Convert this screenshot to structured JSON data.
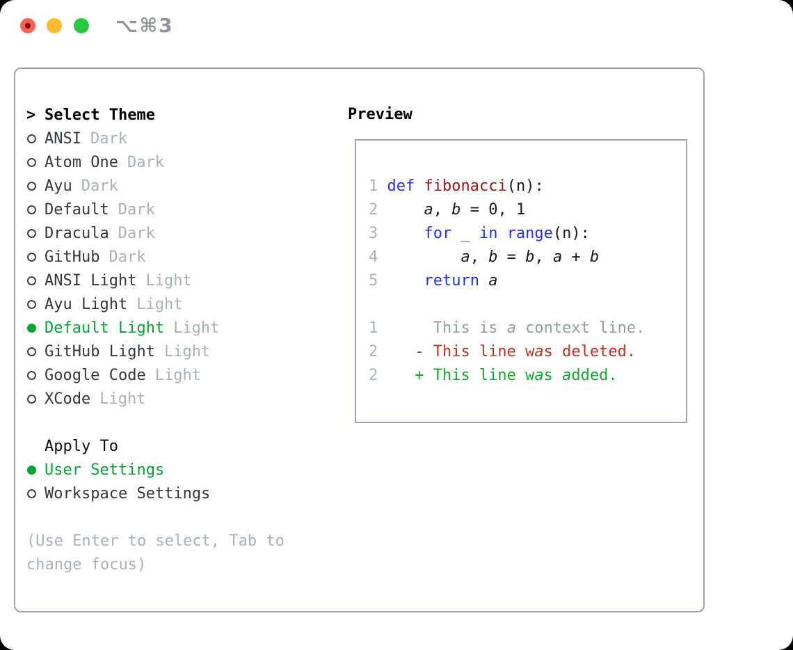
{
  "window": {
    "shortcut_label": "⌥⌘3",
    "traffic_lights": [
      "close",
      "minimize",
      "zoom"
    ]
  },
  "colors": {
    "ui_green": "#00a82d",
    "deleted_red": "#c23118",
    "added_green": "#0cae27",
    "keyword_blue": "#2430e8",
    "function_red": "#a31515",
    "muted": "#a8b0bc",
    "text_dark": "#32373e",
    "line_number": "#a9b4c0",
    "context_gray": "#949ca6",
    "panel_border": "#99a1ad",
    "title_gray": "#8e959e",
    "traffic_red": "#ff5f57",
    "traffic_red_dot": "#7a0c06",
    "traffic_yellow": "#febc2e",
    "traffic_green": "#28c840"
  },
  "theme_picker": {
    "prompt": ">",
    "header": "Select Theme",
    "themes": [
      {
        "name": "ANSI",
        "variant": "Dark",
        "selected": false
      },
      {
        "name": "Atom One",
        "variant": "Dark",
        "selected": false
      },
      {
        "name": "Ayu",
        "variant": "Dark",
        "selected": false
      },
      {
        "name": "Default",
        "variant": "Dark",
        "selected": false
      },
      {
        "name": "Dracula",
        "variant": "Dark",
        "selected": false
      },
      {
        "name": "GitHub",
        "variant": "Dark",
        "selected": false
      },
      {
        "name": "ANSI Light",
        "variant": "Light",
        "selected": false
      },
      {
        "name": "Ayu Light",
        "variant": "Light",
        "selected": false
      },
      {
        "name": "Default Light",
        "variant": "Light",
        "selected": true
      },
      {
        "name": "GitHub Light",
        "variant": "Light",
        "selected": false
      },
      {
        "name": "Google Code",
        "variant": "Light",
        "selected": false
      },
      {
        "name": "XCode",
        "variant": "Light",
        "selected": false
      }
    ]
  },
  "apply_to": {
    "header": "Apply To",
    "options": [
      {
        "name": "User Settings",
        "selected": true
      },
      {
        "name": "Workspace Settings",
        "selected": false
      }
    ]
  },
  "hint": {
    "line1": "(Use Enter to select, Tab to",
    "line2": "change focus)"
  },
  "preview": {
    "header": "Preview",
    "lines": [
      {
        "num": "1",
        "segs": [
          [
            " ",
            "p"
          ],
          [
            "def",
            "k"
          ],
          [
            " ",
            "p"
          ],
          [
            "fibonacci",
            "f"
          ],
          [
            "(n):",
            "p"
          ]
        ]
      },
      {
        "num": "2",
        "segs": [
          [
            "     ",
            "p"
          ],
          [
            "a",
            "v"
          ],
          [
            ", ",
            "p"
          ],
          [
            "b",
            "v"
          ],
          [
            " = 0, 1",
            "p"
          ]
        ]
      },
      {
        "num": "3",
        "segs": [
          [
            "     ",
            "p"
          ],
          [
            "for _ in range",
            "k"
          ],
          [
            "(n):",
            "p"
          ]
        ]
      },
      {
        "num": "4",
        "segs": [
          [
            "         ",
            "p"
          ],
          [
            "a",
            "v"
          ],
          [
            ", ",
            "p"
          ],
          [
            "b",
            "v"
          ],
          [
            " = ",
            "p"
          ],
          [
            "b",
            "v"
          ],
          [
            ", ",
            "p"
          ],
          [
            "a",
            "v"
          ],
          [
            " + ",
            "p"
          ],
          [
            "b",
            "v"
          ]
        ]
      },
      {
        "num": "5",
        "segs": [
          [
            "     ",
            "p"
          ],
          [
            "return",
            "k"
          ],
          [
            " ",
            "p"
          ],
          [
            "a",
            "v"
          ]
        ]
      },
      {
        "num": "",
        "segs": []
      },
      {
        "num": "1",
        "segs": [
          [
            "      This is ",
            "c"
          ],
          [
            "a",
            "ci"
          ],
          [
            " context line.",
            "c"
          ]
        ]
      },
      {
        "num": "2",
        "segs": [
          [
            "    - This line w",
            "d"
          ],
          [
            "a",
            "di"
          ],
          [
            "s deleted.",
            "d"
          ]
        ]
      },
      {
        "num": "2",
        "segs": [
          [
            "    + This line w",
            "a"
          ],
          [
            "a",
            "ai"
          ],
          [
            "s ",
            "a"
          ],
          [
            "a",
            "ai"
          ],
          [
            "dded.",
            "a"
          ]
        ]
      }
    ]
  }
}
